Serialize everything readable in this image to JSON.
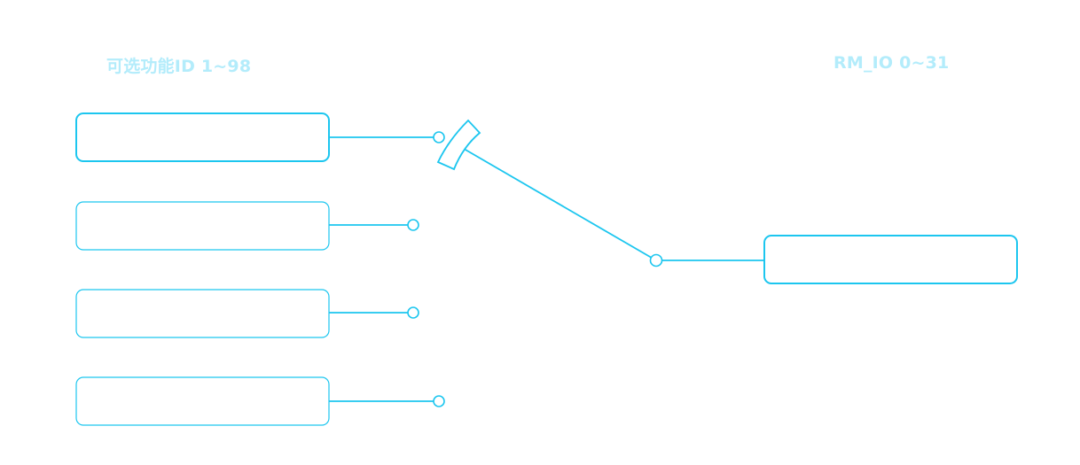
{
  "diagram": {
    "left_title": "可选功能ID 1~98",
    "right_title": "RM_IO 0~31",
    "accent_color": "#1cc6ef",
    "title_color": "#b3ecfb",
    "left_slots": [
      {
        "selected": true
      },
      {
        "selected": false
      },
      {
        "selected": false
      },
      {
        "selected": false
      }
    ],
    "switch_connected_to": 1
  }
}
